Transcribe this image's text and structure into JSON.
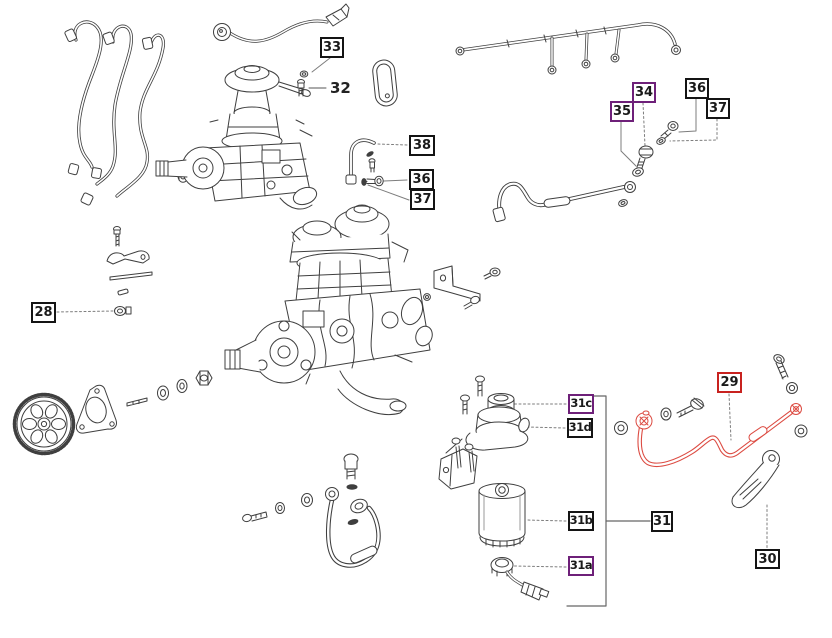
{
  "diagram": {
    "kind": "fuel-injection-pump-exploded-parts-diagram",
    "background": "#ffffff"
  },
  "palette": {
    "line": "#3f3f3f",
    "leader": "#7d7d7d",
    "label_black_border": "#141414",
    "label_purple_border": "#6e2079",
    "label_red_border": "#c8221f",
    "highlight_pipe_red": "#dc4b42"
  },
  "labels": {
    "l28": "28",
    "l29": "29",
    "l30": "30",
    "l31": "31",
    "l31a": "31a",
    "l31b": "31b",
    "l31c": "31c",
    "l31d": "31d",
    "l32": "32",
    "l33": "33",
    "l34": "34",
    "l35": "35",
    "l36": "36",
    "l37": "37",
    "l38": "38"
  },
  "art": {
    "part_icons": [
      "injector-pipes-icon",
      "sensor-cable-icon",
      "injection-pump-small-icon",
      "oval-gasket-icon",
      "leakoff-rail-icon",
      "supply-z-pipe-icon",
      "j-hose-icon",
      "injection-pump-large-icon",
      "mount-bracket-icon",
      "clamp-parts-icon",
      "timing-gear-icon",
      "triangular-gasket-icon",
      "key-washers-nut-icon",
      "overflow-u-pipe-icon",
      "filter-head-icon",
      "fuel-filter-cartridge-icon",
      "water-sensor-icon",
      "red-fuel-pipe-icon",
      "support-strap-icon",
      "bolts-and-washers-icon"
    ]
  }
}
